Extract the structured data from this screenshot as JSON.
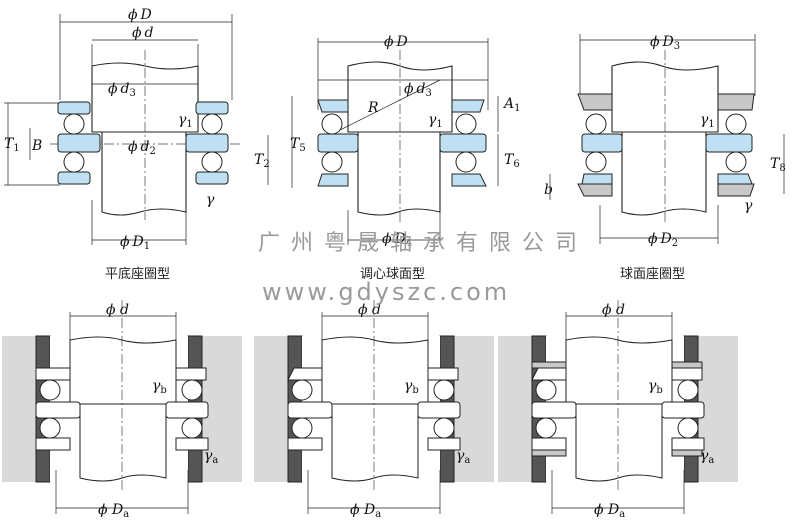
{
  "top_labels": {
    "a": {
      "D": "D",
      "d": "d",
      "d3": "d",
      "d3_sub": "3",
      "d2": "d",
      "d2_sub": "2",
      "D1": "D",
      "D1_sub": "1",
      "T1": "T",
      "T1_sub": "1",
      "T2": "T",
      "T2_sub": "2",
      "B": "B",
      "r1": "γ",
      "r1_sub": "1",
      "r": "γ",
      "phi": "ϕ"
    },
    "b": {
      "D": "D",
      "d3": "d",
      "d3_sub": "3",
      "R": "R",
      "A1": "A",
      "A1_sub": "1",
      "T5": "T",
      "T5_sub": "5",
      "T6": "T",
      "T6_sub": "6",
      "r1": "γ",
      "r1_sub": "1",
      "D4": "D",
      "D4_sub": "4",
      "phi": "ϕ"
    },
    "c": {
      "D3": "D",
      "D3_sub": "3",
      "T8": "T",
      "T8_sub": "8",
      "b": "b",
      "r1": "γ",
      "r1_sub": "1",
      "r": "γ",
      "D2": "D",
      "D2_sub": "2",
      "phi": "ϕ"
    }
  },
  "captions": [
    "平底座圈型",
    "调心球面型",
    "球面座圈型"
  ],
  "bottom_labels": {
    "d": "d",
    "rb": "γ",
    "rb_sub": "b",
    "ra": "γ",
    "ra_sub": "a",
    "Da": "D",
    "Da_sub": "a",
    "phi": "ϕ"
  },
  "watermark": {
    "company": "广 州 粤 晟 轴 承 有 限 公 司",
    "url": "www.gdyszc.com"
  },
  "colors": {
    "seat_blue": "#bfe0f2",
    "housing_gray": "#d9d9d9",
    "wall_dark": "#555555",
    "watermark": "#9a9a9a"
  }
}
